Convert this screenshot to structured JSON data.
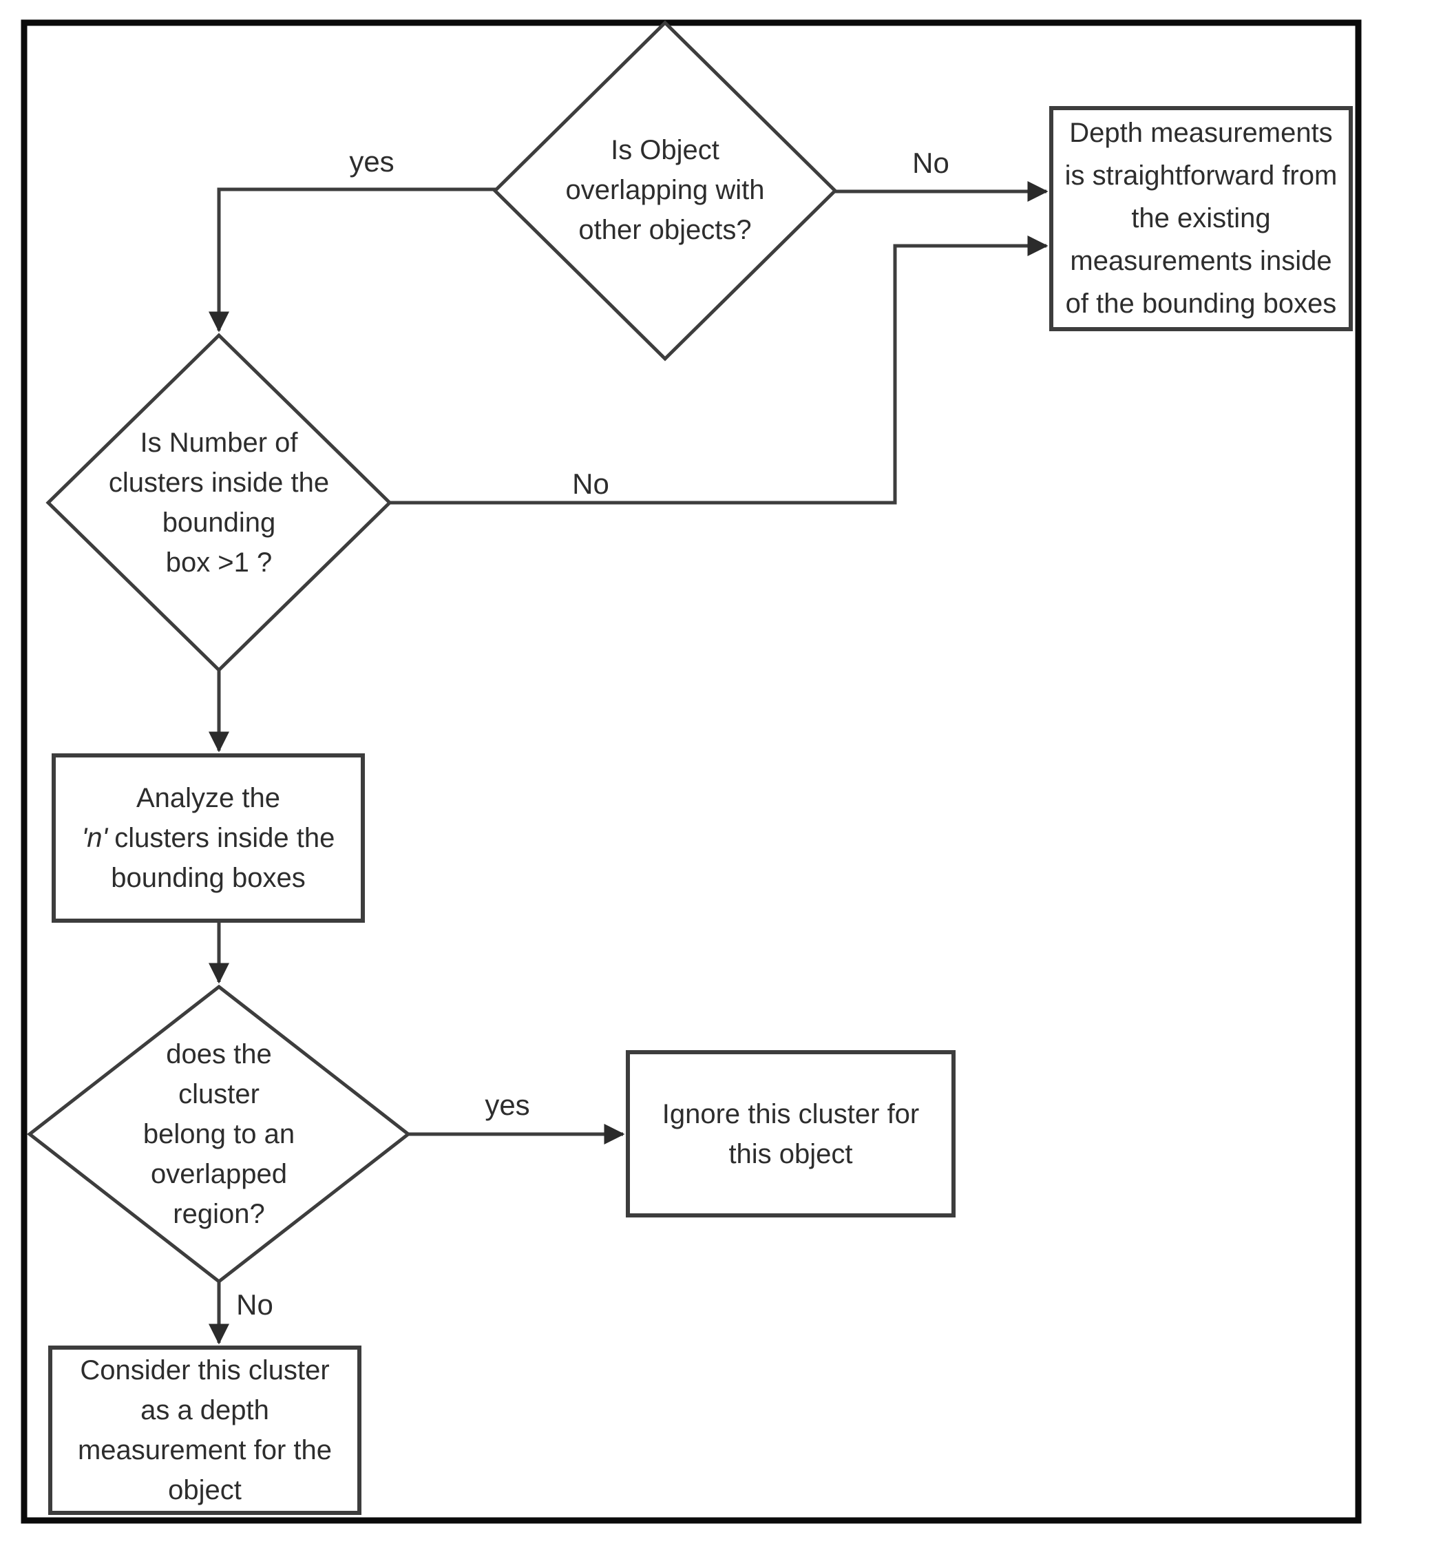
{
  "diagram": {
    "type": "flowchart",
    "colors": {
      "background": "#ffffff",
      "outer_border": "#0a0a0a",
      "shape_stroke": "#3d3d3d",
      "text": "#2d2d2d"
    },
    "nodes": {
      "decision_overlap": {
        "shape": "diamond",
        "text": "Is Object\noverlapping with\nother objects?"
      },
      "process_depth": {
        "shape": "rectangle",
        "text": "Depth measurements\nis straightforward from\nthe existing\nmeasurements inside\nof the bounding boxes"
      },
      "decision_clusters": {
        "shape": "diamond",
        "text": "Is Number of\nclusters inside the\nbounding\nbox >1 ?"
      },
      "process_analyze": {
        "shape": "rectangle",
        "line1": "Analyze the",
        "n_italic": "'n'",
        "line2_rest": "clusters inside the",
        "line3": "bounding boxes"
      },
      "decision_region": {
        "shape": "diamond",
        "text": "does the\ncluster\nbelong to an\noverlapped\nregion?"
      },
      "process_ignore": {
        "shape": "rectangle",
        "text": "Ignore this cluster for\nthis object"
      },
      "process_consider": {
        "shape": "rectangle",
        "text": "Consider this cluster\nas a depth\nmeasurement for the\nobject"
      }
    },
    "edge_labels": {
      "overlap_yes": "yes",
      "overlap_no": "No",
      "clusters_no": "No",
      "region_yes": "yes",
      "region_no": "No"
    }
  }
}
